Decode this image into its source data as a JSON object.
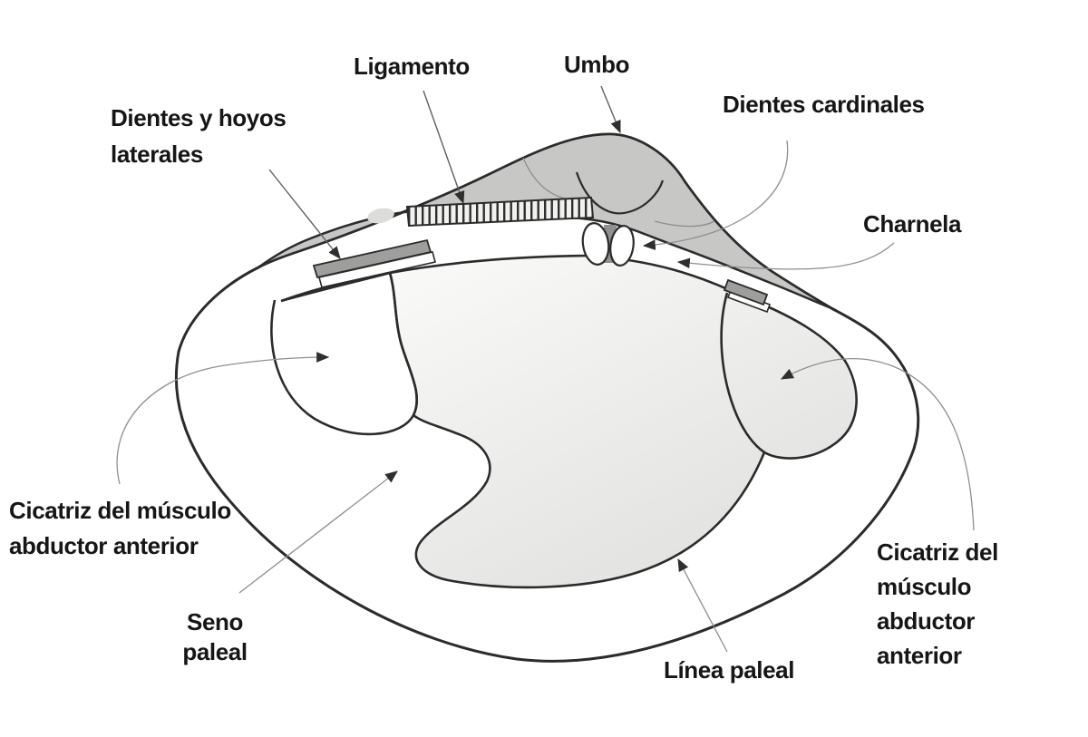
{
  "diagram": {
    "labels": {
      "ligamento": "Ligamento",
      "umbo": "Umbo",
      "dientes_laterales": [
        "Dientes y hoyos",
        "laterales"
      ],
      "dientes_cardinales": "Dientes cardinales",
      "charnela": "Charnela",
      "cicatriz_anterior_izq": [
        "Cicatriz del músculo",
        "abductor anterior"
      ],
      "seno_paleal": [
        "Seno",
        "paleal"
      ],
      "linea_paleal": "Línea paleal",
      "cicatriz_anterior_der": [
        "Cicatriz del",
        "músculo",
        "abductor",
        "anterior"
      ]
    },
    "colors": {
      "background": "#ffffff",
      "text": "#161616",
      "outline": "#2b2b2b",
      "hinge_gray": "#c7c7c5",
      "cavity_light": "#fcfcfb",
      "cavity_shade": "#dfdfdd",
      "tooth_gray": "#9e9e9c",
      "leader_line": "#606060"
    }
  }
}
